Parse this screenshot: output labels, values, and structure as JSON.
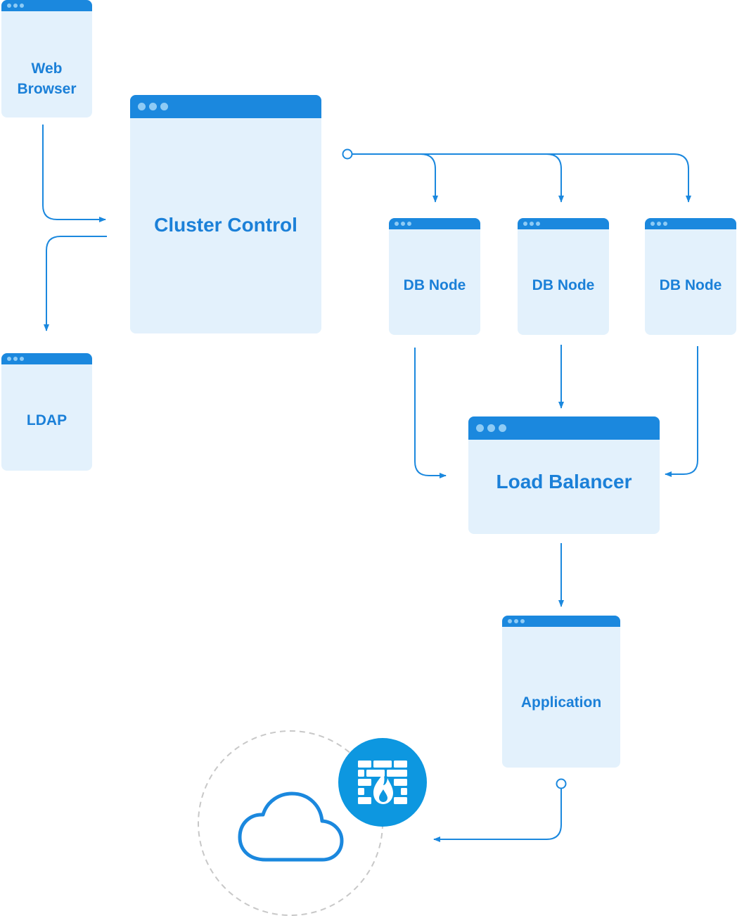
{
  "nodes": {
    "web_browser": {
      "line1": "Web",
      "line2": "Browser"
    },
    "cluster_control": {
      "label": "Cluster Control"
    },
    "ldap": {
      "label": "LDAP"
    },
    "db_node_1": {
      "label": "DB Node"
    },
    "db_node_2": {
      "label": "DB Node"
    },
    "db_node_3": {
      "label": "DB Node"
    },
    "load_balancer": {
      "label": "Load Balancer"
    },
    "application": {
      "label": "Application"
    }
  },
  "icons": {
    "firewall": "firewall-icon",
    "cloud": "cloud-icon"
  },
  "colors": {
    "window_bar": "#1b88de",
    "window_body": "#e3f1fc",
    "label": "#1b80d8",
    "connector": "#1b88de",
    "firewall_badge": "#0d97e0",
    "cloud_outline": "#1b88de",
    "dashed_circle": "#c8c8c8"
  }
}
